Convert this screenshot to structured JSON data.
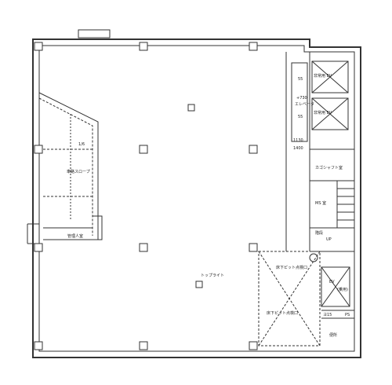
{
  "labels": {
    "elev_upper": "非常用 EV",
    "elev_lower": "非常用 EV",
    "dim_55_top": "55",
    "dim_730": "+730",
    "dim_fg": "エレベータ",
    "dim_55_bottom": "55",
    "dim_1130": "1130",
    "dim_1400": "1400",
    "shaft_room": "カゴシャフト室",
    "ms_room": "MS 室",
    "stairs": "階段",
    "stairs_up": "UP",
    "ramp": "車路スロープ",
    "ramp_grade": "1/6",
    "attendant": "管理人室",
    "top_light": "トップライト",
    "ev": "EV",
    "ev_sub": "(乗用)",
    "pit_upper": "床下ピット点検口",
    "pit_lower": "床下ピット点検口",
    "ps": "PS",
    "bath": "便所",
    "dim_small": "ヨ15"
  }
}
